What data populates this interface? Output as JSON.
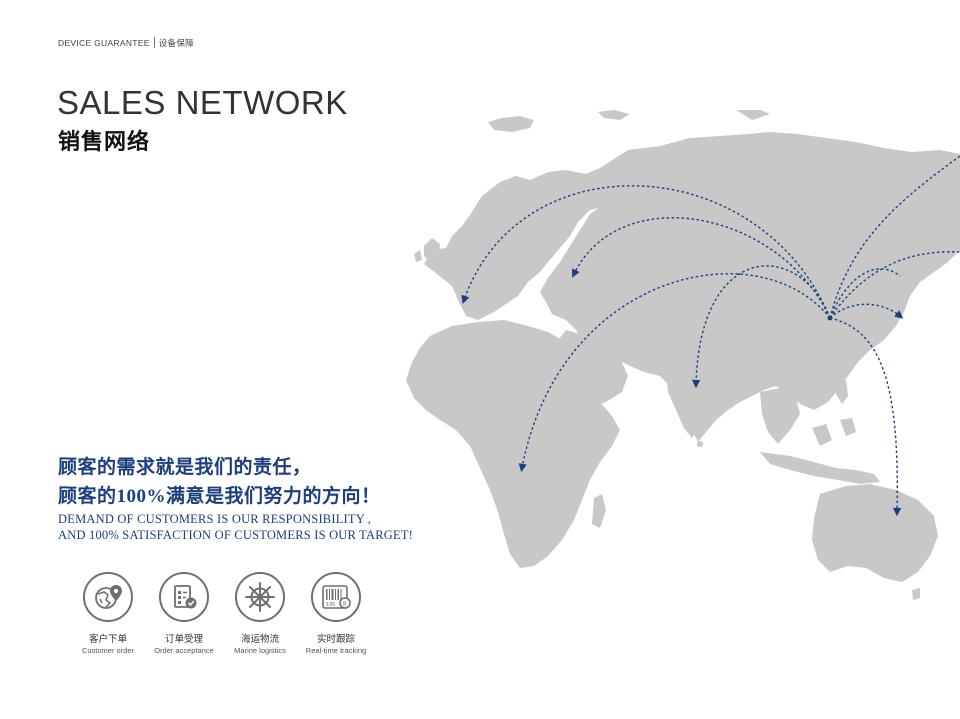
{
  "header": {
    "label_en": "DEVICE GUARANTEE",
    "label_cn": "设备保障"
  },
  "title": {
    "en": "SALES NETWORK",
    "cn": "销售网络"
  },
  "slogan": {
    "cn_line1": "顾客的需求就是我们的责任，",
    "cn_line2": "顾客的100%满意是我们努力的方向！",
    "en_line1": "DEMAND OF CUSTOMERS IS OUR RESPONSIBILITY ,",
    "en_line2": "AND 100% SATISFACTION OF CUSTOMERS IS OUR TARGET!"
  },
  "steps": [
    {
      "cn": "客户下单",
      "en": "Customer order",
      "icon": "globe-location-icon"
    },
    {
      "cn": "订单受理",
      "en": "Order acceptance",
      "icon": "checklist-icon"
    },
    {
      "cn": "海运物流",
      "en": "Marine logistics",
      "icon": "ship-wheel-icon"
    },
    {
      "cn": "实时跟踪",
      "en": "Real-time tracking",
      "icon": "barcode-icon"
    }
  ],
  "barcode_text": "195",
  "colors": {
    "map": "#c8c8c8",
    "routes": "#1d3e7a",
    "icon": "#6f6f6f",
    "slogan": "#1d3e7a"
  }
}
